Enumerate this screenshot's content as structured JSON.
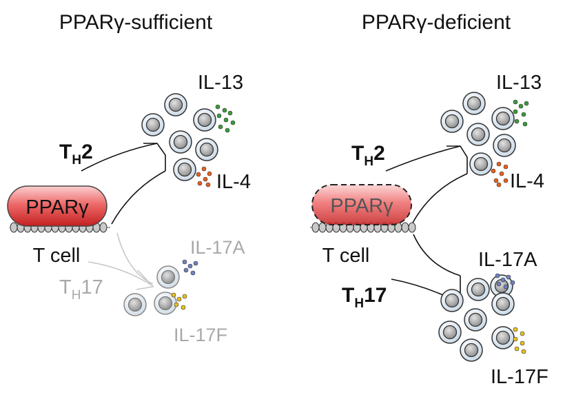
{
  "panels": {
    "left": {
      "title": "PPARγ-sufficient",
      "receptor": "PPARγ",
      "cell_label": "T cell",
      "th2": {
        "main": "T",
        "sub": "H",
        "suffix": "2"
      },
      "th17": {
        "main": "T",
        "sub": "H",
        "suffix": "17"
      },
      "il13": "IL-13",
      "il4": "IL-4",
      "il17a": "IL-17A",
      "il17f": "IL-17F"
    },
    "right": {
      "title": "PPARγ-deficient",
      "receptor": "PPARγ",
      "cell_label": "T cell",
      "th2": {
        "main": "T",
        "sub": "H",
        "suffix": "2"
      },
      "th17": {
        "main": "T",
        "sub": "H",
        "suffix": "17"
      },
      "il13": "IL-13",
      "il4": "IL-4",
      "il17a": "IL-17A",
      "il17f": "IL-17F"
    }
  },
  "colors": {
    "receptor_fill": "#e04040",
    "il13_dots": "#3a9a3a",
    "il4_dots": "#e8601c",
    "il17a_dots": "#7080c0",
    "il17f_dots": "#e8c020",
    "faded": "#a8a8a8"
  }
}
